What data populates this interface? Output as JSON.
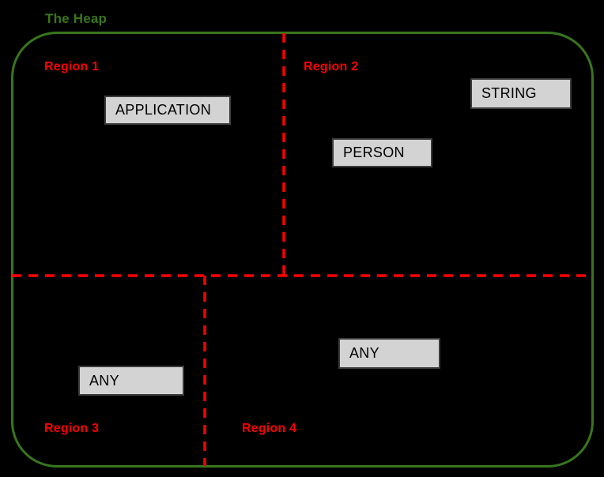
{
  "title": "The Heap",
  "colors": {
    "background": "#000000",
    "heap_border": "#38761d",
    "title_color": "#38761d",
    "region_label": "#ff0000",
    "dashed_line": "#ff0000",
    "box_fill": "#d3d3d3",
    "box_border": "#3c3c3c",
    "box_text": "#000000"
  },
  "regions": [
    {
      "label": "Region 1",
      "objects": [
        "APPLICATION"
      ]
    },
    {
      "label": "Region 2",
      "objects": [
        "STRING",
        "PERSON"
      ]
    },
    {
      "label": "Region 3",
      "objects": [
        "ANY"
      ]
    },
    {
      "label": "Region 4",
      "objects": [
        "ANY"
      ]
    }
  ]
}
